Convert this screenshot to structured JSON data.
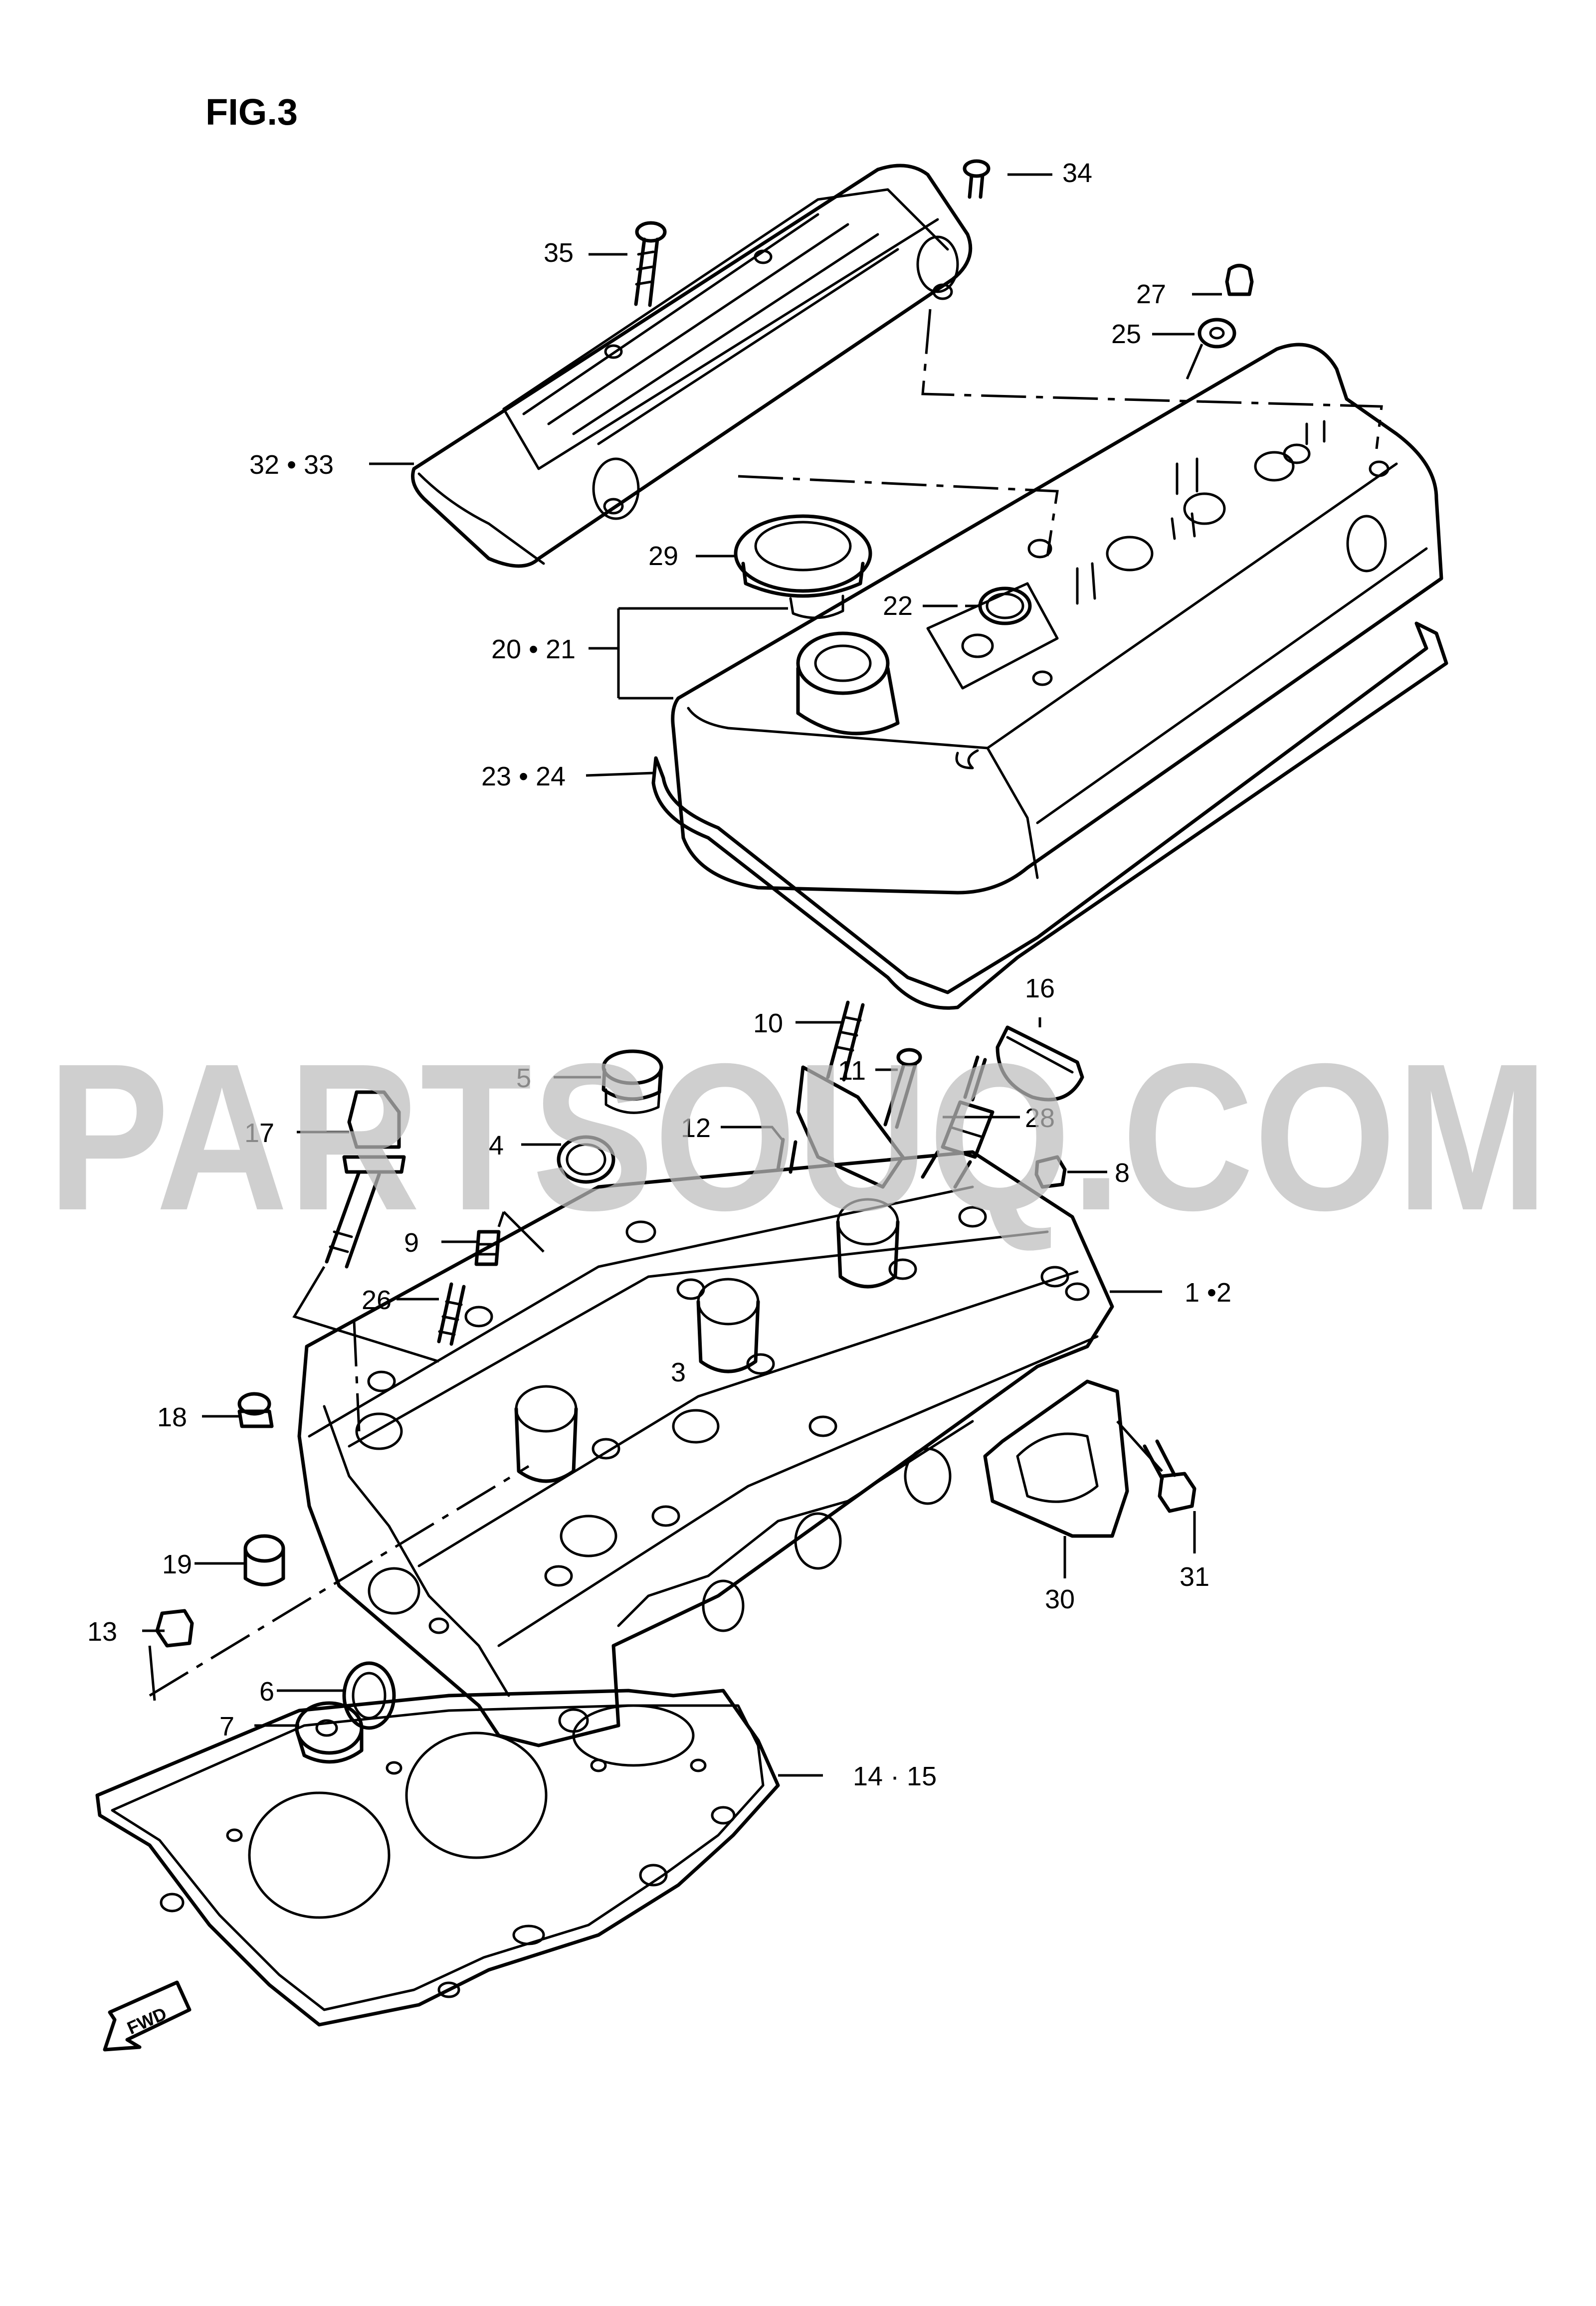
{
  "figure": {
    "title": "FIG.3"
  },
  "watermark": {
    "text": "PARTSOUQ.COM",
    "color": "#bdbdbd"
  },
  "direction": {
    "label": "FWD"
  },
  "callouts": {
    "c34": "34",
    "c35": "35",
    "c27": "27",
    "c25": "25",
    "c32_33": "32 • 33",
    "c29": "29",
    "c22": "22",
    "c20_21": "20 • 21",
    "c23_24": "23 • 24",
    "c10": "10",
    "c16": "16",
    "c11": "11",
    "c5": "5",
    "c17": "17",
    "c12": "12",
    "c28": "28",
    "c4": "4",
    "c8": "8",
    "c9": "9",
    "c1_2": "1 •2",
    "c26": "26",
    "c3": "3",
    "c18": "18",
    "c19": "19",
    "c30": "30",
    "c31": "31",
    "c13": "13",
    "c6": "6",
    "c7": "7",
    "c14_15": "14 · 15"
  }
}
